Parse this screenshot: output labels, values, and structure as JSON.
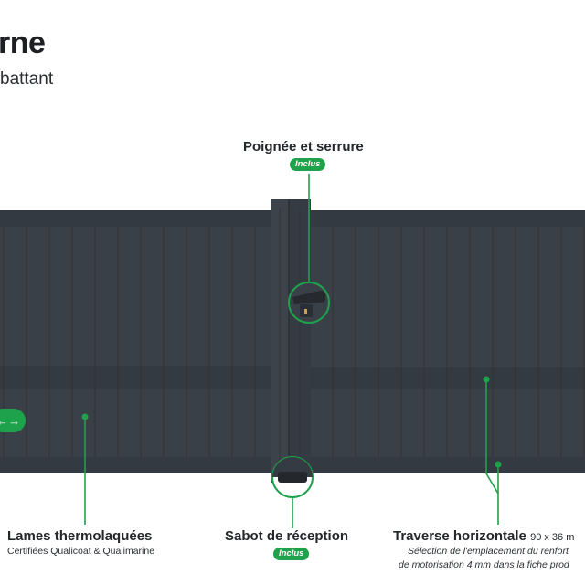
{
  "header": {
    "title": "rne",
    "subtitle": "battant"
  },
  "callouts": {
    "handle": {
      "title": "Poignée et serrure",
      "badge": "Inclus"
    },
    "slats": {
      "title": "Lames thermolaquées",
      "subtitle": "Certifiées Qualicoat & Qualimarine"
    },
    "stop": {
      "title": "Sabot de réception",
      "badge": "Inclus"
    },
    "crossbar": {
      "title": "Traverse horizontale",
      "dimension": "90 x 36 m",
      "line1": "Sélection de l'emplacement du renfort",
      "line2": "de motorisation 4 mm dans la fiche prod"
    }
  },
  "icons": {
    "open_arrows": "left-right-arrows-icon",
    "handle": "gate-handle-lock-icon",
    "stop": "gate-floor-stop-icon"
  },
  "colors": {
    "gate": "#3a4047",
    "gate_dark": "#2c3137",
    "accent": "#1fa24c"
  }
}
